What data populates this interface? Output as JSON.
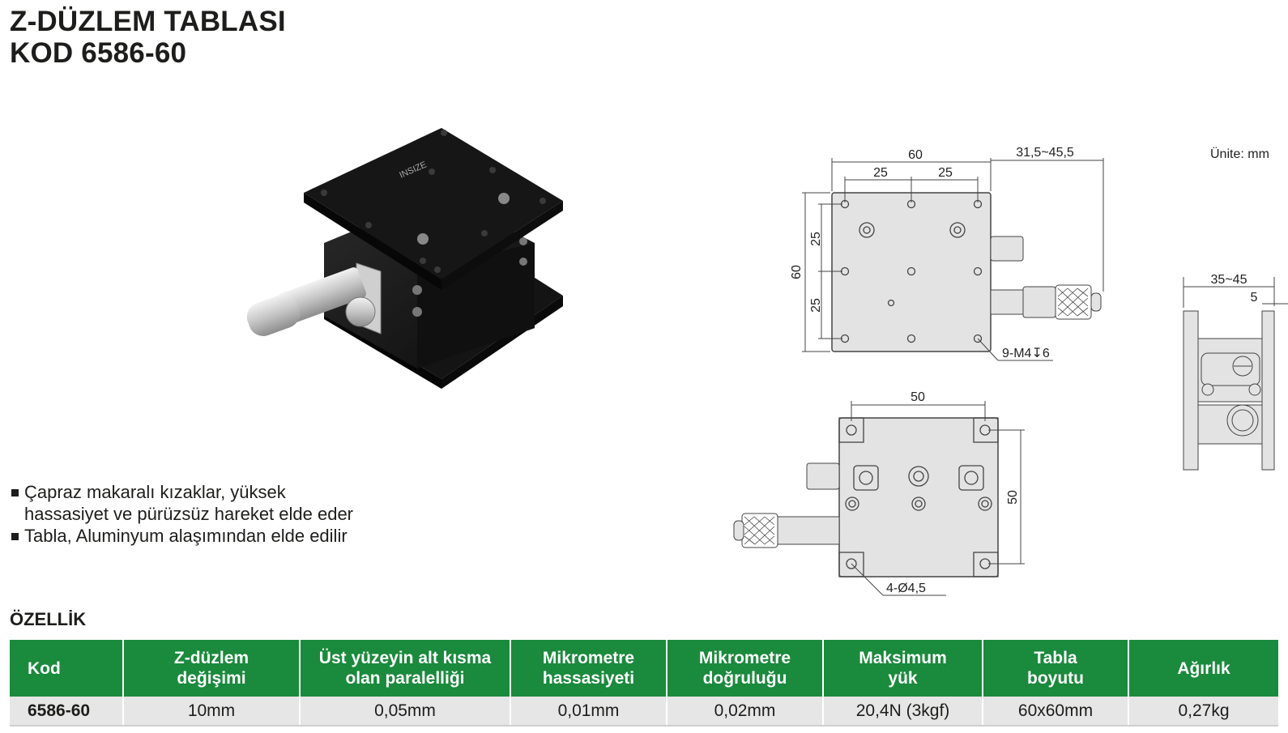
{
  "title": {
    "line1": "Z-DÜZLEM TABLASI",
    "line2": "KOD 6586-60"
  },
  "photo": {
    "brand_label": "INSIZE"
  },
  "drawing": {
    "unit_note": "Ünite: mm",
    "top_view": {
      "width": "60",
      "height": "60",
      "hole_spacing_x1": "25",
      "hole_spacing_x2": "25",
      "hole_spacing_y1": "25",
      "hole_spacing_y2": "25",
      "micrometer_range": "31,5~45,5",
      "hole_callout": "9-M4↧6"
    },
    "bottom_view": {
      "width": "50",
      "height": "50",
      "hole_callout": "4-Ø4,5"
    },
    "side_view": {
      "depth_range": "35~45",
      "plate_thickness": "5"
    }
  },
  "features": [
    "Çapraz makaralı kızaklar, yüksek hassasiyet ve pürüzsüz hareket elde eder",
    "Tabla, Aluminyum alaşımından elde edilir"
  ],
  "features_lines": {
    "f1a": "Çapraz makaralı kızaklar, yüksek",
    "f1b": "hassasiyet ve pürüzsüz hareket elde eder",
    "f2": "Tabla, Aluminyum alaşımından elde edilir"
  },
  "spec": {
    "heading": "ÖZELLİK",
    "headers": {
      "code": "Kod",
      "z_change_l1": "Z-düzlem",
      "z_change_l2": "değişimi",
      "parallel_l1": "Üst yüzeyin alt kısma",
      "parallel_l2": "olan paralelliği",
      "mic_res_l1": "Mikrometre",
      "mic_res_l2": "hassasiyeti",
      "mic_acc_l1": "Mikrometre",
      "mic_acc_l2": "doğruluğu",
      "max_load_l1": "Maksimum",
      "max_load_l2": "yük",
      "table_size_l1": "Tabla",
      "table_size_l2": "boyutu",
      "weight": "Ağırlık"
    },
    "row": {
      "code": "6586-60",
      "z_change": "10mm",
      "parallel": "0,05mm",
      "mic_res": "0,01mm",
      "mic_acc": "0,02mm",
      "max_load": "20,4N (3kgf)",
      "table_size": "60x60mm",
      "weight": "0,27kg"
    }
  },
  "colors": {
    "header_green": "#1a8a3c",
    "row_gray": "#e6e6e6",
    "drawing_fill": "#e3e3e3"
  }
}
